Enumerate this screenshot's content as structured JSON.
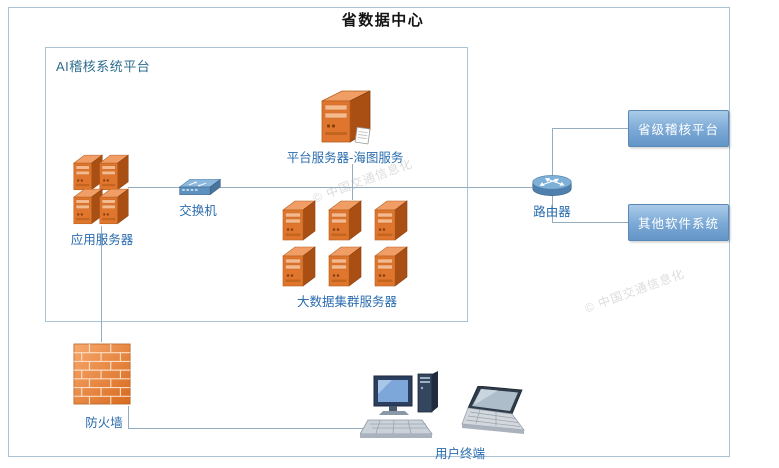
{
  "title": "省数据中心",
  "platform_box": {
    "label": "AI稽核系统平台"
  },
  "nodes": {
    "app_server": {
      "label": "应用服务器",
      "type": "server-stack"
    },
    "switch": {
      "label": "交换机",
      "type": "switch"
    },
    "platform_server": {
      "label": "平台服务器-海图服务",
      "type": "tower-server"
    },
    "bigdata_cluster": {
      "label": "大数据集群服务器",
      "type": "server-cluster"
    },
    "router": {
      "label": "路由器",
      "type": "router"
    },
    "provincial_audit_platform": {
      "label": "省级稽核平台",
      "type": "system-box"
    },
    "other_software_system": {
      "label": "其他软件系统",
      "type": "system-box"
    },
    "firewall": {
      "label": "防火墙",
      "type": "firewall"
    },
    "user_terminal": {
      "label": "用户终端",
      "type": "terminal-group"
    }
  },
  "connections": [
    {
      "from": "app_server",
      "to": "switch"
    },
    {
      "from": "switch",
      "to": "platform_server"
    },
    {
      "from": "switch",
      "to": "bigdata_cluster"
    },
    {
      "from": "ai_platform_box",
      "to": "router"
    },
    {
      "from": "router",
      "to": "provincial_audit_platform"
    },
    {
      "from": "router",
      "to": "other_software_system"
    },
    {
      "from": "app_server",
      "to": "firewall"
    },
    {
      "from": "firewall",
      "to": "user_terminal"
    }
  ],
  "watermark": "© 中国交通信息化",
  "colors": {
    "label_blue": "#2a6cae",
    "border_blue": "#aac4d5",
    "server_orange": "#e0762e",
    "device_blue": "#5d92c0",
    "system_box_fill": "#6b9bcd",
    "connector_line": "#93acc0"
  }
}
